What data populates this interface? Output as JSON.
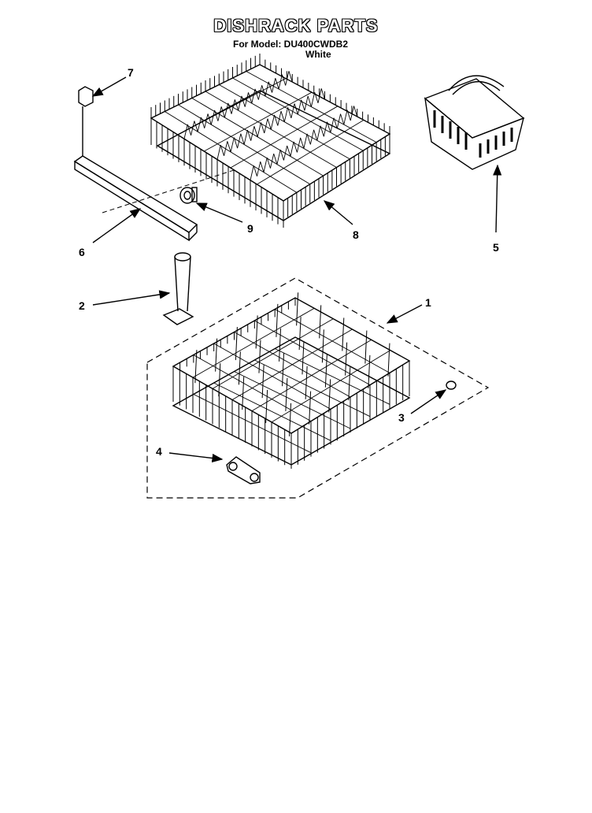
{
  "header": {
    "title": "DISHRACK PARTS",
    "model_line": "For Model: DU400CWDB2",
    "color_line": "White"
  },
  "callouts": [
    "1",
    "2",
    "3",
    "4",
    "5",
    "6",
    "7",
    "8",
    "9"
  ]
}
